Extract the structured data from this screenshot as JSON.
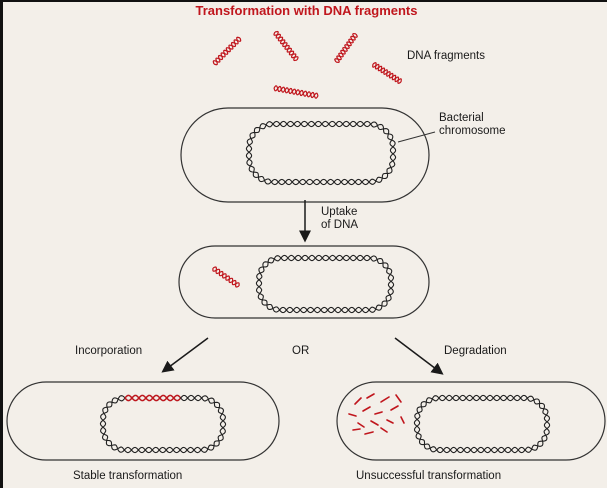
{
  "title": "Transformation with DNA fragments",
  "labels": {
    "dna_fragments": "DNA fragments",
    "bacterial_chromosome_line1": "Bacterial",
    "bacterial_chromosome_line2": "chromosome",
    "uptake_line1": "Uptake",
    "uptake_line2": "of DNA",
    "incorporation": "Incorporation",
    "or": "OR",
    "degradation": "Degradation",
    "stable": "Stable transformation",
    "unsuccessful": "Unsuccessful transformation"
  },
  "colors": {
    "background": "#f3efe9",
    "title": "#c0161d",
    "dna": "#c0161d",
    "chromosome": "#222222",
    "cell_outline": "#333333"
  }
}
